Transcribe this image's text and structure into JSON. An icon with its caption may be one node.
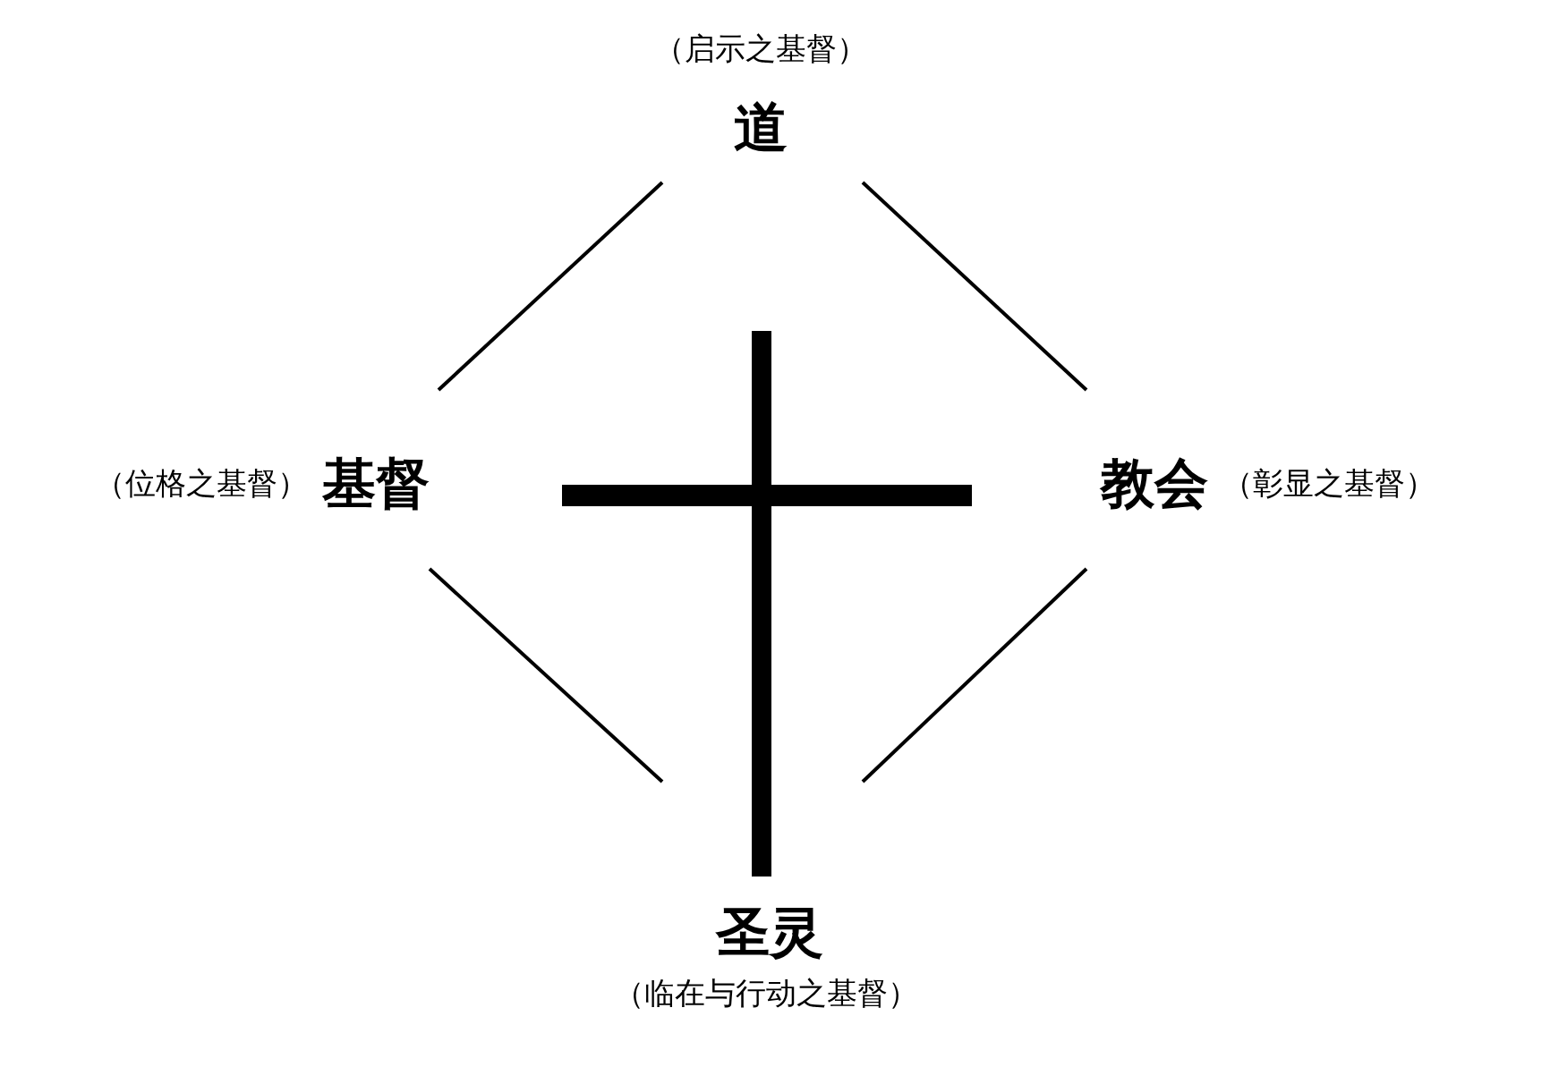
{
  "diagram": {
    "nodes": [
      {
        "text": [
          "道"
        ],
        "beside": [
          "（启示之基督）"
        ]
      },
      {
        "text": [
          "基督"
        ],
        "beside": [
          "（位格之基督）"
        ]
      },
      {
        "text": [
          "教会"
        ],
        "beside": [
          "（彰显之基督）"
        ]
      },
      {
        "text": [
          "圣灵"
        ],
        "beside": [
          "（临在与行动之基督）"
        ]
      }
    ],
    "edges": [
      {
        "from": 0,
        "to": 1,
        "arrow": "none"
      },
      {
        "from": 0,
        "to": 2,
        "arrow": "none"
      },
      {
        "from": 1,
        "to": 3,
        "arrow": "none"
      },
      {
        "from": 2,
        "to": 3,
        "arrow": "none"
      }
    ]
  }
}
